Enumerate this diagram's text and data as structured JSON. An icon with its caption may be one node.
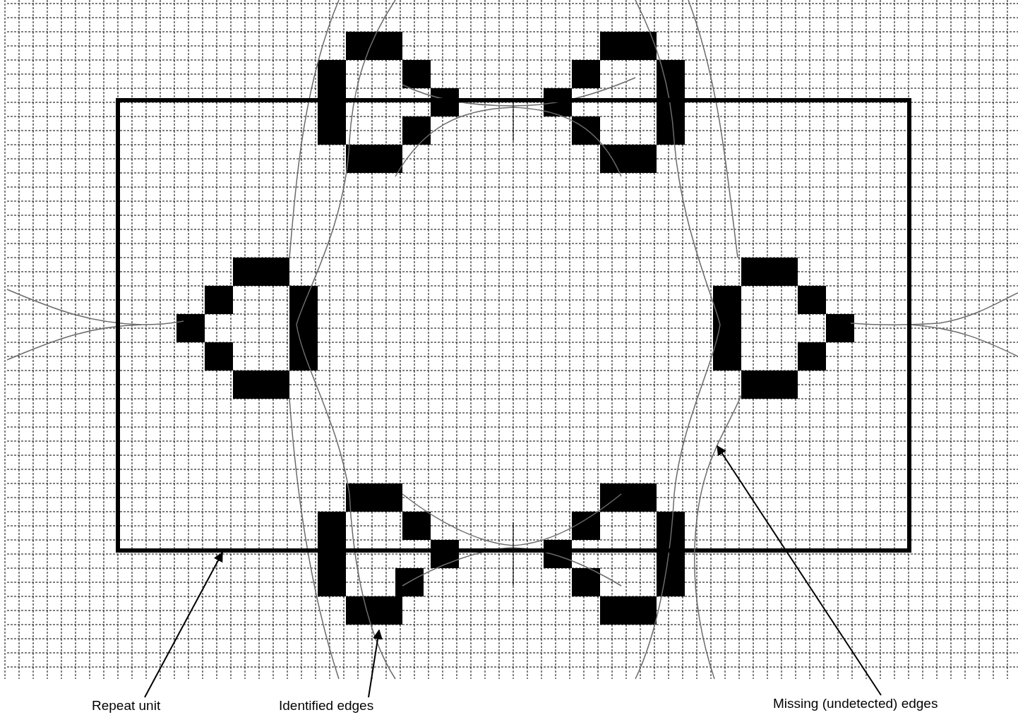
{
  "diagram": {
    "nodes": [
      {
        "text": [
          "Repeat unit"
        ]
      },
      {
        "text": [],
        "shape": "box"
      },
      {
        "text": [
          "Identified edges"
        ]
      },
      {
        "text": [
          "Missing (undetected) edges"
        ]
      },
      {
        "text": [],
        "shape": "line"
      }
    ],
    "edges": [
      {
        "from": 0,
        "to": 1,
        "arrow": "to"
      },
      {
        "from": 2,
        "to": null,
        "arrow": "to"
      },
      {
        "from": 3,
        "to": 4,
        "arrow": "to"
      }
    ]
  }
}
